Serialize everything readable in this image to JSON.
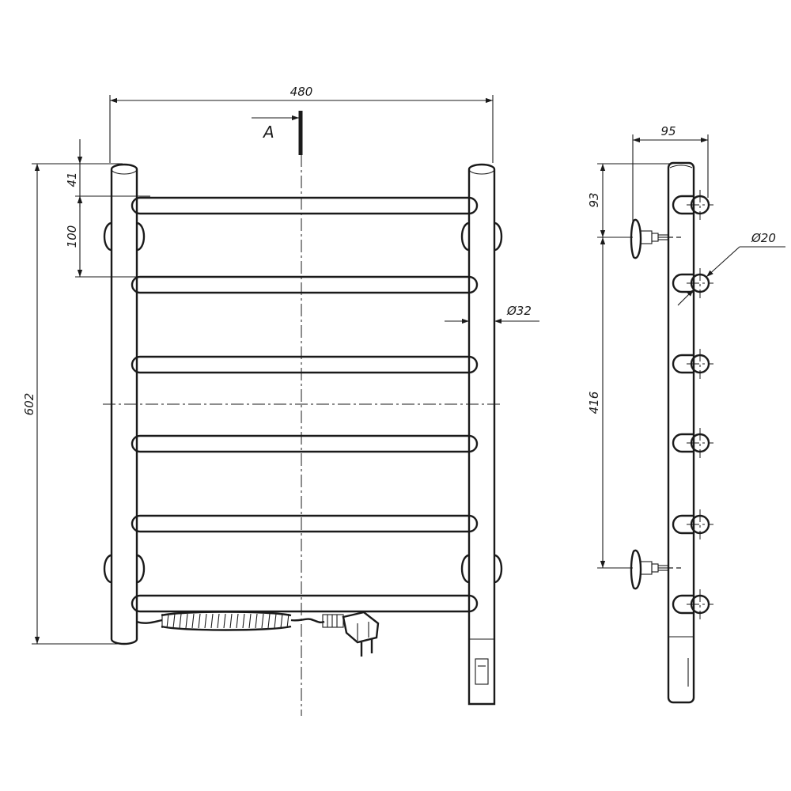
{
  "drawing": {
    "section_label": "A",
    "front_view": {
      "overall_width": "480",
      "overall_height": "602",
      "top_offset": "41",
      "rail_spacing": "100",
      "tube_diameter": "Ø32"
    },
    "side_view": {
      "depth": "95",
      "mount_top_offset": "93",
      "mount_spacing": "416",
      "rail_diameter": "Ø20"
    }
  }
}
